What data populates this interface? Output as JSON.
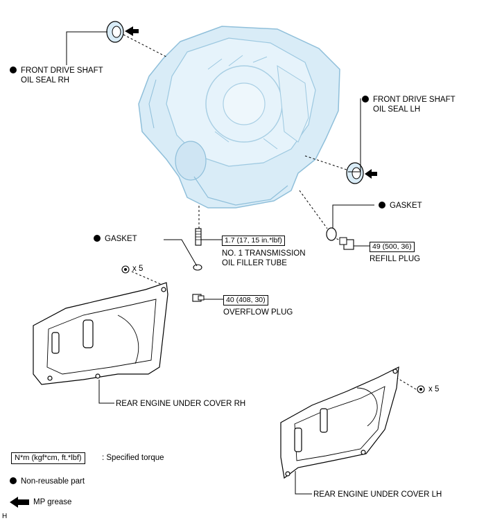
{
  "parts": {
    "front_seal_rh": "FRONT DRIVE SHAFT",
    "front_seal_rh_2": "OIL SEAL RH",
    "front_seal_lh": "FRONT DRIVE SHAFT",
    "front_seal_lh_2": "OIL SEAL LH",
    "gasket_refill": "GASKET",
    "gasket_overflow": "GASKET",
    "filler_tube": "NO. 1 TRANSMISSION",
    "filler_tube_2": "OIL FILLER TUBE",
    "refill_plug": "REFILL PLUG",
    "overflow_plug": "OVERFLOW PLUG",
    "cover_rh": "REAR ENGINE UNDER COVER RH",
    "cover_lh": "REAR ENGINE UNDER COVER LH"
  },
  "torques": {
    "filler_tube": "1.7 (17, 15 in.*lbf)",
    "refill_plug": "49 (500, 36)",
    "overflow_plug": "40 (408, 30)"
  },
  "quantities": {
    "rh_clips": "x 5",
    "lh_clips": "x 5"
  },
  "legend": {
    "torque_box": "N*m (kgf*cm, ft.*lbf)",
    "torque_desc": ": Specified torque",
    "non_reusable": "Non-reusable part",
    "grease": "MP grease"
  },
  "figure_code": "H",
  "colors": {
    "part_fill": "#d9ecf7",
    "part_stroke": "#8fbfda",
    "line": "#000000"
  }
}
